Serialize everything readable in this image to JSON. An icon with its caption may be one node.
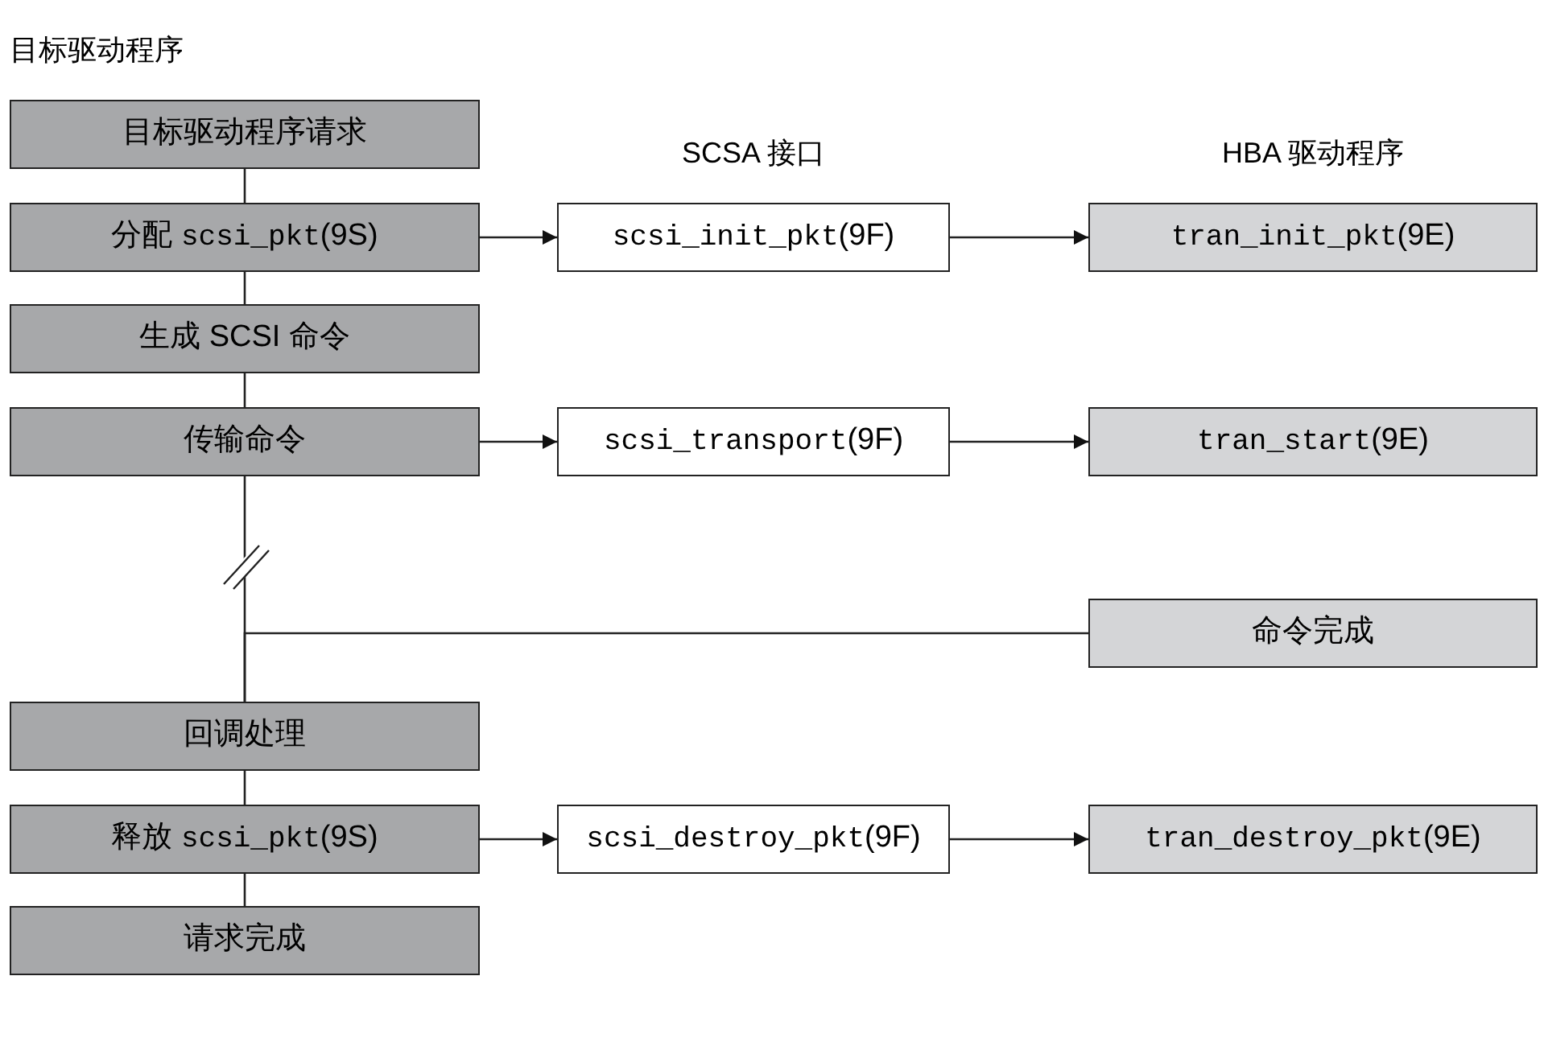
{
  "diagram": {
    "nodes": [
      {
        "text": [
          "目标驱动程序请求"
        ]
      },
      {
        "text": [
          "分配 scsi_pkt(9S)"
        ]
      },
      {
        "text": [
          "scsi_init_pkt(9F)"
        ]
      },
      {
        "text": [
          "tran_init_pkt(9E)"
        ]
      },
      {
        "text": [
          "生成 SCSI 命令"
        ]
      },
      {
        "text": [
          "传输命令"
        ]
      },
      {
        "text": [
          "scsi_transport(9F)"
        ]
      },
      {
        "text": [
          "tran_start(9E)"
        ]
      },
      {
        "text": [
          "命令完成"
        ]
      },
      {
        "text": [
          "回调处理"
        ]
      },
      {
        "text": [
          "释放 scsi_pkt(9S)"
        ]
      },
      {
        "text": [
          "scsi_destroy_pkt(9F)"
        ]
      },
      {
        "text": [
          "tran_destroy_pkt(9E)"
        ]
      },
      {
        "text": [
          "请求完成"
        ]
      }
    ],
    "edges": [
      {
        "from": 0,
        "to": 1,
        "arrow": "none"
      },
      {
        "from": 1,
        "to": 2,
        "arrow": "to"
      },
      {
        "from": 2,
        "to": 3,
        "arrow": "to"
      },
      {
        "from": 1,
        "to": 4,
        "arrow": "none"
      },
      {
        "from": 4,
        "to": 5,
        "arrow": "none"
      },
      {
        "from": 5,
        "to": 6,
        "arrow": "to"
      },
      {
        "from": 6,
        "to": 7,
        "arrow": "to"
      },
      {
        "from": 5,
        "to": 9,
        "arrow": "none"
      },
      {
        "from": 8,
        "to": 9,
        "arrow": "none"
      },
      {
        "from": 9,
        "to": 10,
        "arrow": "none"
      },
      {
        "from": 10,
        "to": 11,
        "arrow": "to"
      },
      {
        "from": 11,
        "to": 12,
        "arrow": "to"
      },
      {
        "from": 10,
        "to": 13,
        "arrow": "none"
      }
    ],
    "labels": [
      "目标驱动程序",
      "SCSA 接口",
      "HBA 驱动程序"
    ]
  }
}
